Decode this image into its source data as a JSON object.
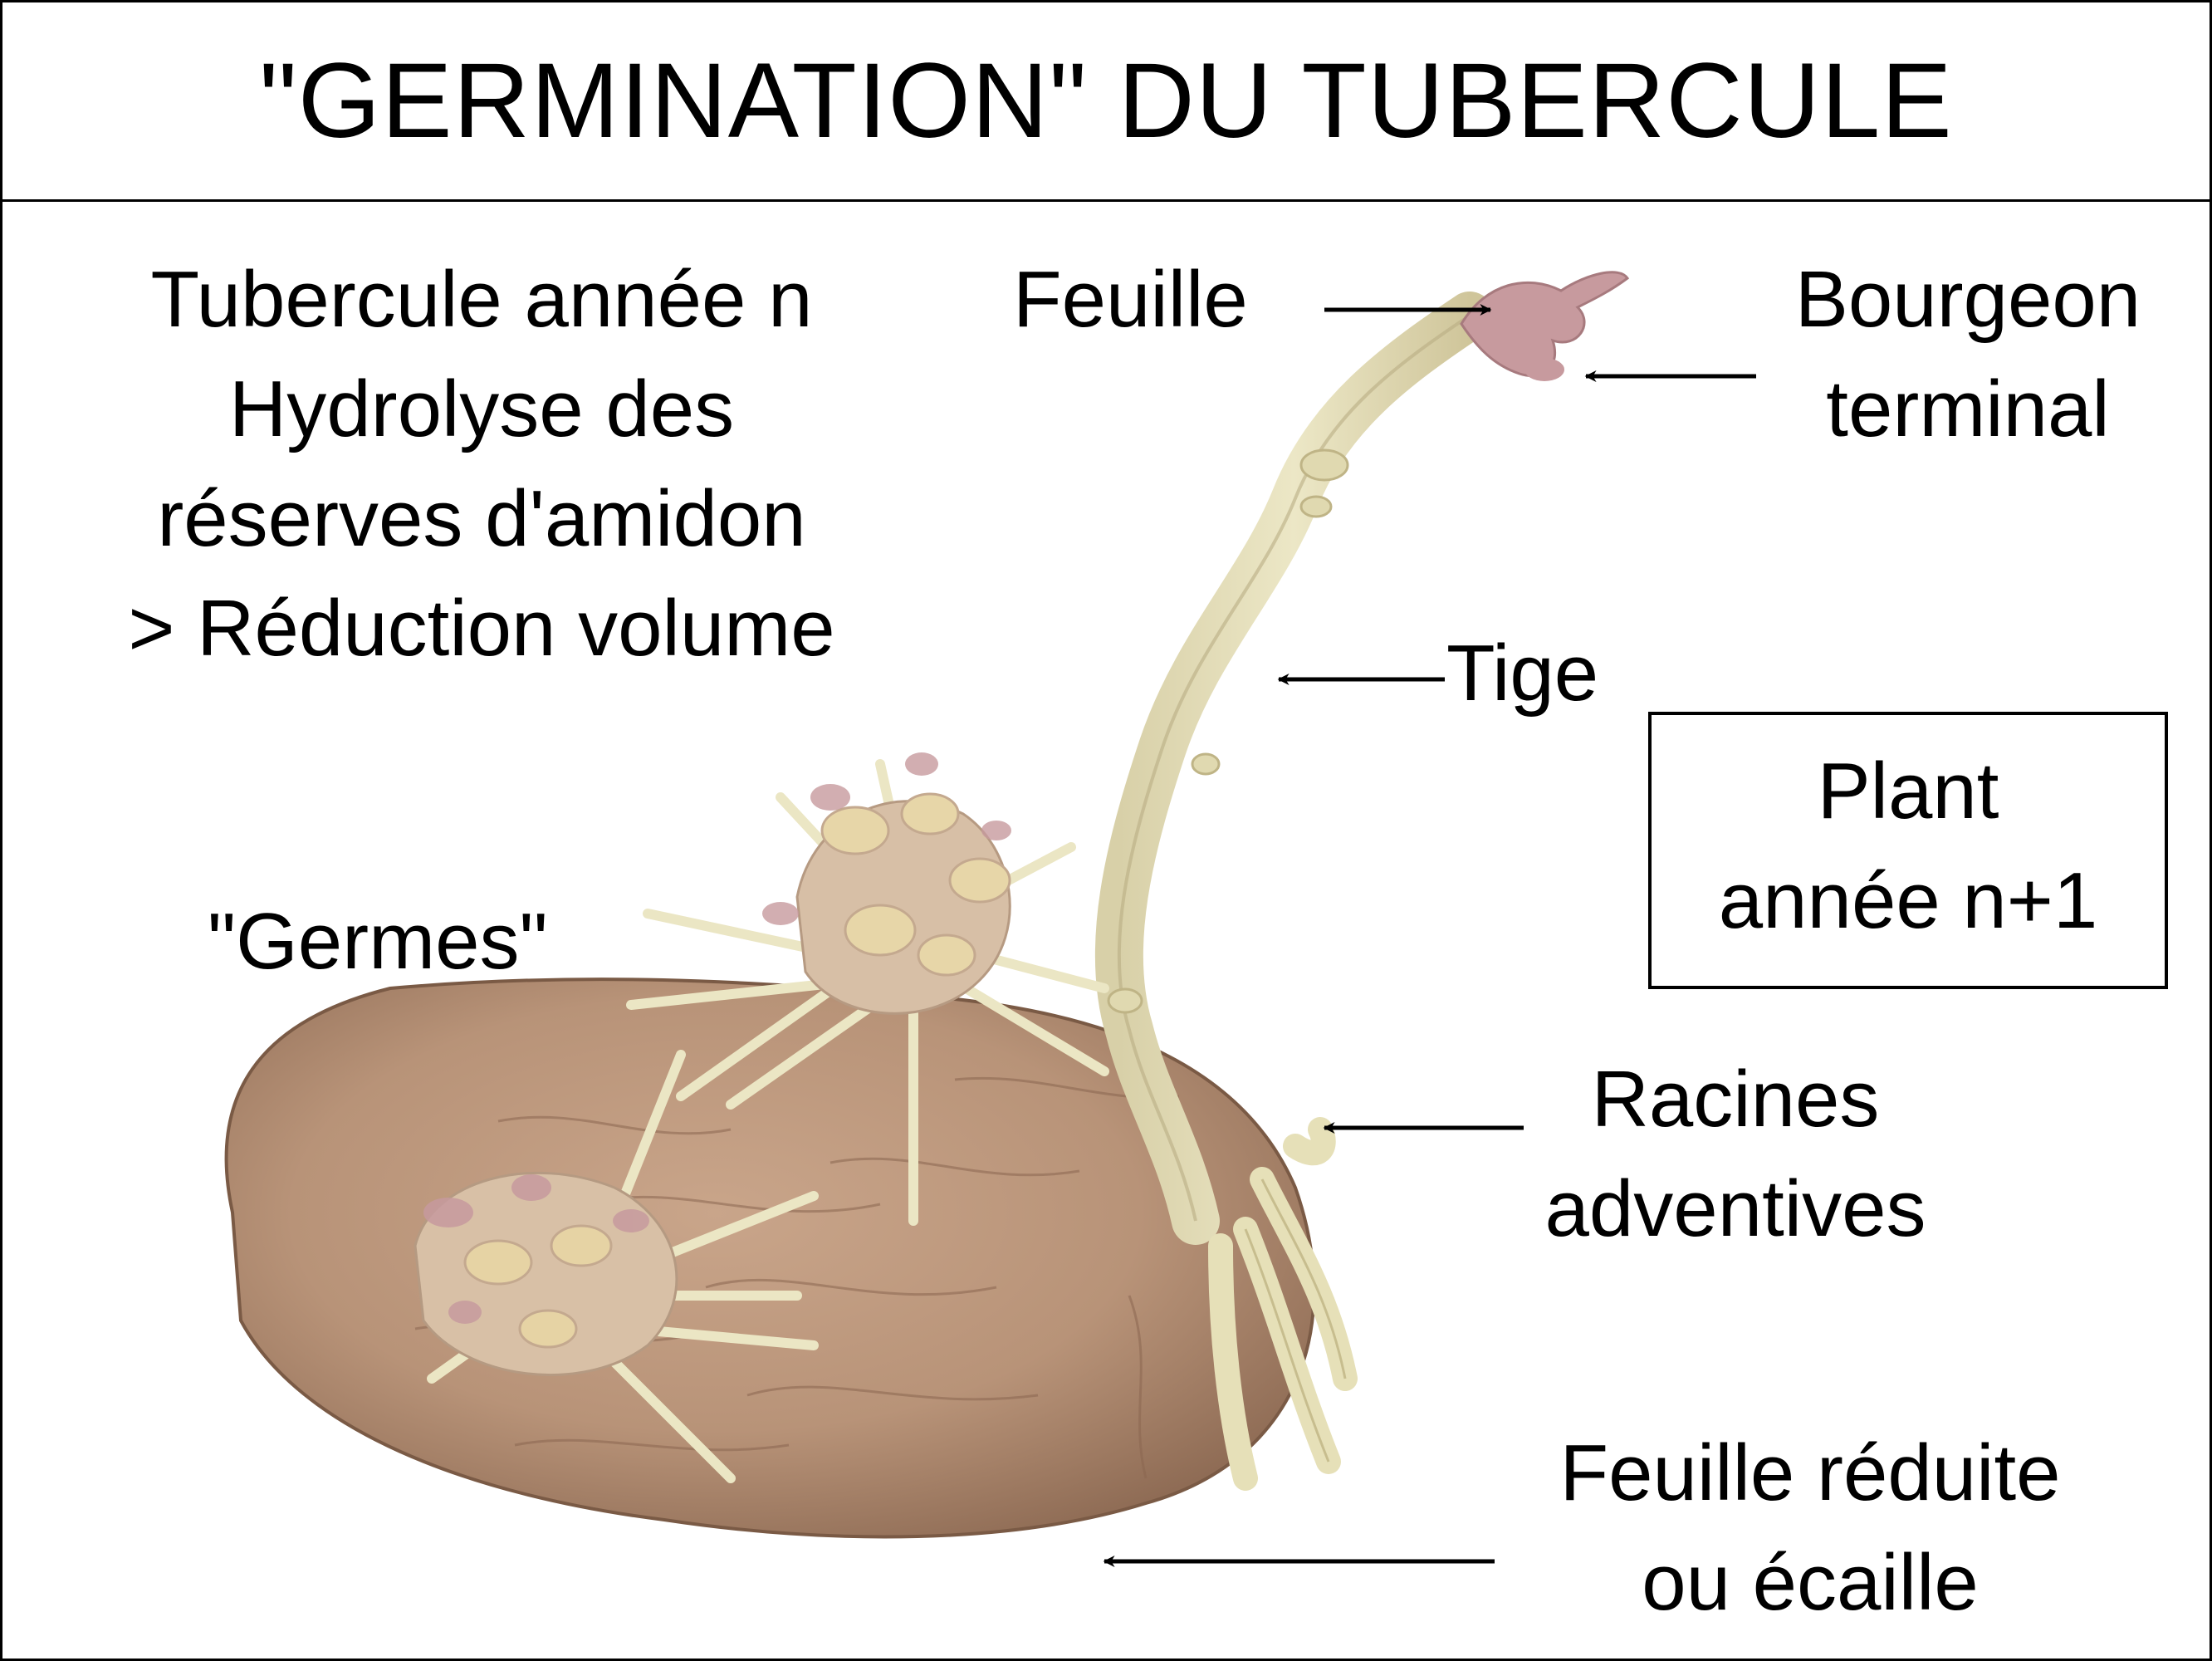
{
  "title": "\"GERMINATION\" DU TUBERCULE",
  "left_text": {
    "line1": "Tubercule année n",
    "line2": "Hydrolyse des",
    "line3": "réserves d'amidon",
    "line4": "> Réduction volume"
  },
  "labels": {
    "feuille": "Feuille",
    "bourgeon_line1": "Bourgeon",
    "bourgeon_line2": "terminal",
    "tige": "Tige",
    "germes": "\"Germes\"",
    "racines_line1": "Racines",
    "racines_line2": "adventives",
    "feuille_reduite_line1": "Feuille réduite",
    "feuille_reduite_line2": "ou écaille"
  },
  "plant_box": {
    "line1": "Plant",
    "line2": "année n+1"
  },
  "colors": {
    "tuber": "#b89378",
    "tuber_shadow": "#8f6c55",
    "sprout": "#e8e3bf",
    "sprout_pink": "#c79a9e",
    "arrow": "#000000"
  }
}
